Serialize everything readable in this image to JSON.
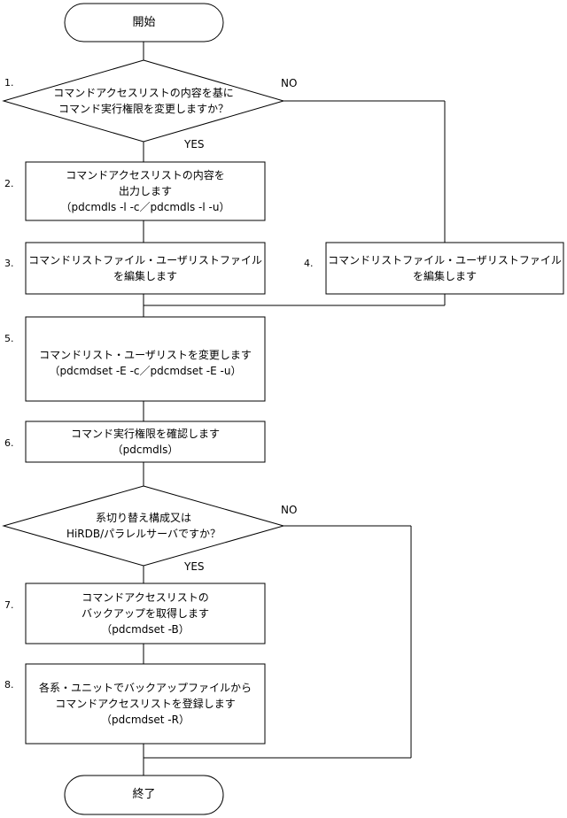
{
  "flowchart": {
    "start": "開始",
    "end": "終了",
    "decision1": {
      "number": "1.",
      "line1": "コマンドアクセスリストの内容を基に",
      "line2": "コマンド実行権限を変更しますか？",
      "no_label": "NO",
      "yes_label": "YES"
    },
    "step2": {
      "number": "2.",
      "line1": "コマンドアクセスリストの内容を",
      "line2": "出力します",
      "line3": "（pdcmdls -l -c／pdcmdls -l -u）"
    },
    "step3": {
      "number": "3.",
      "line1": "コマンドリストファイル・ユーザリストファイル",
      "line2": "を編集します"
    },
    "step4": {
      "number": "4.",
      "line1": "コマンドリストファイル・ユーザリストファイル",
      "line2": "を編集します"
    },
    "step5": {
      "number": "5.",
      "line1": "コマンドリスト・ユーザリストを変更します",
      "line2": "（pdcmdset -E -c／pdcmdset -E -u）"
    },
    "step6": {
      "number": "6.",
      "line1": "コマンド実行権限を確認します",
      "line2": "（pdcmdls）"
    },
    "decision2": {
      "line1": "系切り替え構成又は",
      "line2": "HiRDB/パラレルサーバですか？",
      "no_label": "NO",
      "yes_label": "YES"
    },
    "step7": {
      "number": "7.",
      "line1": "コマンドアクセスリストの",
      "line2": "バックアップを取得します",
      "line3": "（pdcmdset -B）"
    },
    "step8": {
      "number": "8.",
      "line1": "各系・ユニットでバックアップファイルから",
      "line2": "コマンドアクセスリストを登録します",
      "line3": "（pdcmdset -R）"
    }
  }
}
